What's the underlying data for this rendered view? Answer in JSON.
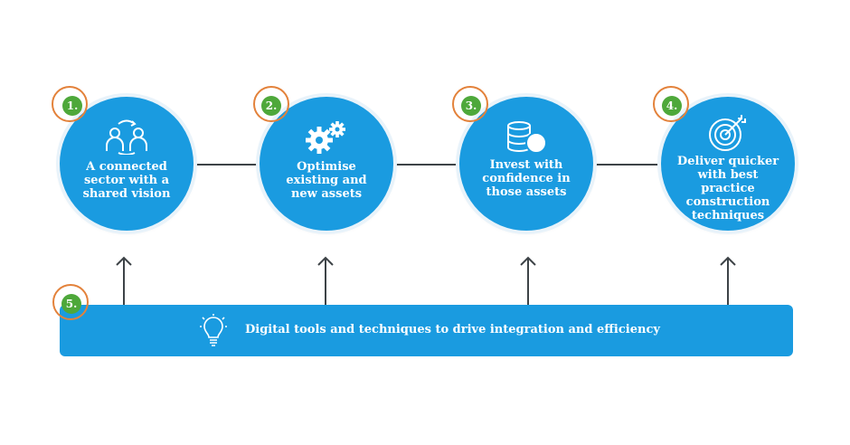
{
  "steps": [
    {
      "number": "1.",
      "label": "A connected sector with a shared vision",
      "icon": "people-connected-icon"
    },
    {
      "number": "2.",
      "label": "Optimise existing and new assets",
      "icon": "gears-icon"
    },
    {
      "number": "3.",
      "label": "Invest with confidence in those assets",
      "icon": "coins-stack-icon"
    },
    {
      "number": "4.",
      "label": "Deliver quicker with best practice construction techniques",
      "icon": "target-icon"
    }
  ],
  "foundation": {
    "number": "5.",
    "label": "Digital tools and techniques to drive integration and efficiency",
    "icon": "lightbulb-icon"
  },
  "colors": {
    "circle": "#1a9be0",
    "badge": "#4ea83a",
    "ring": "#e3823b",
    "line": "#3d4347"
  }
}
